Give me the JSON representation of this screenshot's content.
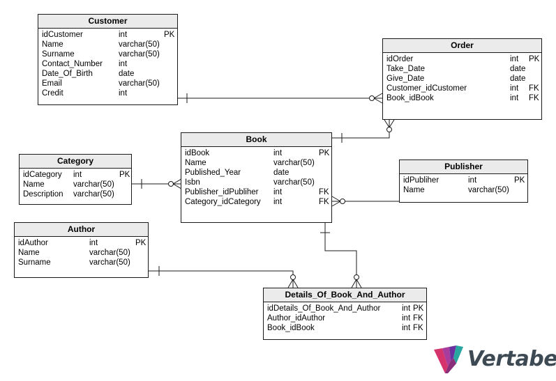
{
  "entities": {
    "customer": {
      "title": "Customer",
      "rows": [
        [
          "idCustomer",
          "int",
          "PK"
        ],
        [
          "Name",
          "varchar(50)",
          ""
        ],
        [
          "Surname",
          "varchar(50)",
          ""
        ],
        [
          "Contact_Number",
          "int",
          ""
        ],
        [
          "Date_Of_Birth",
          "date",
          ""
        ],
        [
          "Email",
          "varchar(50)",
          ""
        ],
        [
          "Credit",
          "int",
          ""
        ]
      ]
    },
    "order": {
      "title": "Order",
      "rows": [
        [
          "idOrder",
          "int",
          "PK"
        ],
        [
          "Take_Date",
          "date",
          ""
        ],
        [
          "Give_Date",
          "date",
          ""
        ],
        [
          "Customer_idCustomer",
          "int",
          "FK"
        ],
        [
          "Book_idBook",
          "int",
          "FK"
        ]
      ]
    },
    "book": {
      "title": "Book",
      "rows": [
        [
          "idBook",
          "int",
          "PK"
        ],
        [
          "Name",
          "varchar(50)",
          ""
        ],
        [
          "Published_Year",
          "date",
          ""
        ],
        [
          "Isbn",
          "varchar(50)",
          ""
        ],
        [
          "Publisher_idPubliher",
          "int",
          "FK"
        ],
        [
          "Category_idCategory",
          "int",
          "FK"
        ]
      ]
    },
    "category": {
      "title": "Category",
      "rows": [
        [
          "idCategory",
          "int",
          "PK"
        ],
        [
          "Name",
          "varchar(50)",
          ""
        ],
        [
          "Description",
          "varchar(50)",
          ""
        ]
      ]
    },
    "publisher": {
      "title": "Publisher",
      "rows": [
        [
          "idPubliher",
          "int",
          "PK"
        ],
        [
          "Name",
          "varchar(50)",
          ""
        ]
      ]
    },
    "author": {
      "title": "Author",
      "rows": [
        [
          "idAuthor",
          "int",
          "PK"
        ],
        [
          "Name",
          "varchar(50)",
          ""
        ],
        [
          "Surname",
          "varchar(50)",
          ""
        ]
      ]
    },
    "details": {
      "title": "Details_Of_Book_And_Author",
      "rows": [
        [
          "idDetails_Of_Book_And_Author",
          "int",
          "PK"
        ],
        [
          "Author_idAuthor",
          "int",
          "FK"
        ],
        [
          "Book_idBook",
          "int",
          "FK"
        ]
      ]
    }
  },
  "relationships": [
    {
      "from": "customer",
      "to": "order"
    },
    {
      "from": "book",
      "to": "order"
    },
    {
      "from": "category",
      "to": "book"
    },
    {
      "from": "publisher",
      "to": "book"
    },
    {
      "from": "author",
      "to": "details"
    },
    {
      "from": "book",
      "to": "details"
    }
  ],
  "logo": {
    "text": "Vertabelo"
  },
  "colors": {
    "header_bg": "#ebebeb",
    "border": "#1a1a1a",
    "logo_text": "#3d4a54",
    "logo_pink": "#d6336c",
    "logo_purple": "#6b2fa0",
    "logo_teal": "#2aa6a0"
  }
}
